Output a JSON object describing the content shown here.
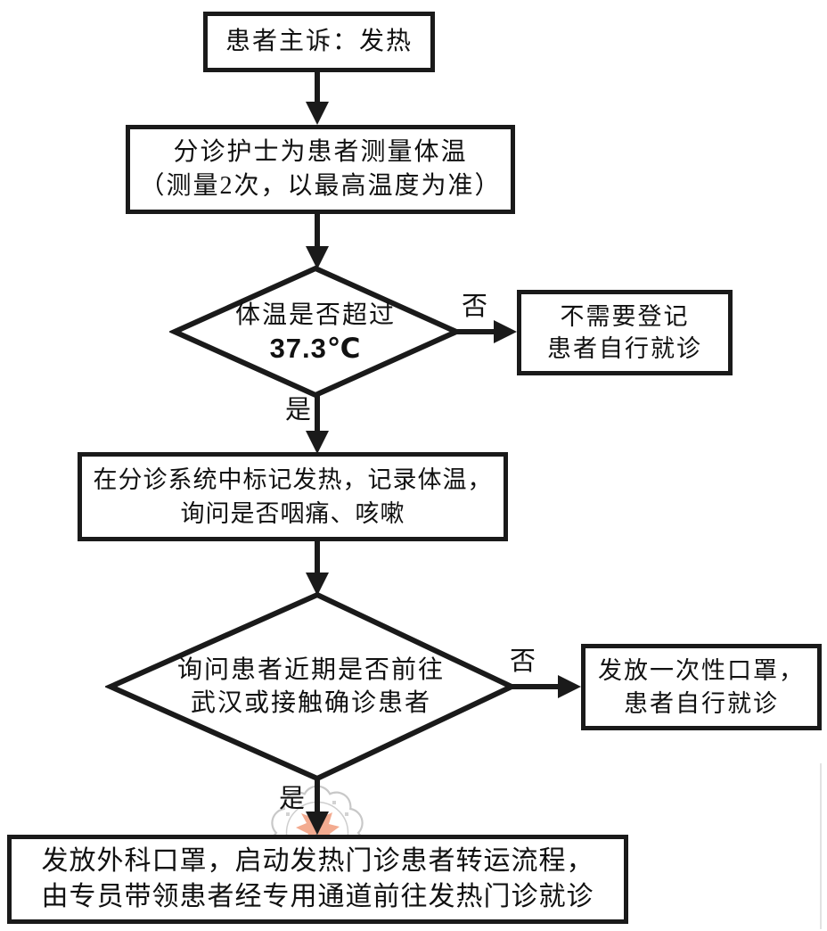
{
  "colors": {
    "background": "#ffffff",
    "line": "#1a1a1a",
    "watermark_ring": "#c8c8c8",
    "watermark_leaf": "#f2a487"
  },
  "nodes": {
    "start": {
      "text": "患者主诉：发热"
    },
    "measure": {
      "line1": "分诊护士为患者测量体温",
      "line2": "（测量2次，以最高温度为准）"
    },
    "decision_temp": {
      "line1": "体温是否超过",
      "line2": "37.3℃"
    },
    "no_register": {
      "line1": "不需要登记",
      "line2": "患者自行就诊"
    },
    "mark_fever": {
      "line1": "在分诊系统中标记发热，记录体温，",
      "line2": "询问是否咽痛、咳嗽"
    },
    "decision_wuhan": {
      "line1": "询问患者近期是否前往",
      "line2": "武汉或接触确诊患者"
    },
    "disposable_mask": {
      "line1": "发放一次性口罩，",
      "line2": "患者自行就诊"
    },
    "transfer": {
      "line1": "发放外科口罩，启动发热门诊患者转运流程，",
      "line2": "由专员带领患者经专用通道前往发热门诊就诊"
    }
  },
  "edge_labels": {
    "temp_no": "否",
    "temp_yes": "是",
    "wuhan_no": "否",
    "wuhan_yes": "是"
  }
}
